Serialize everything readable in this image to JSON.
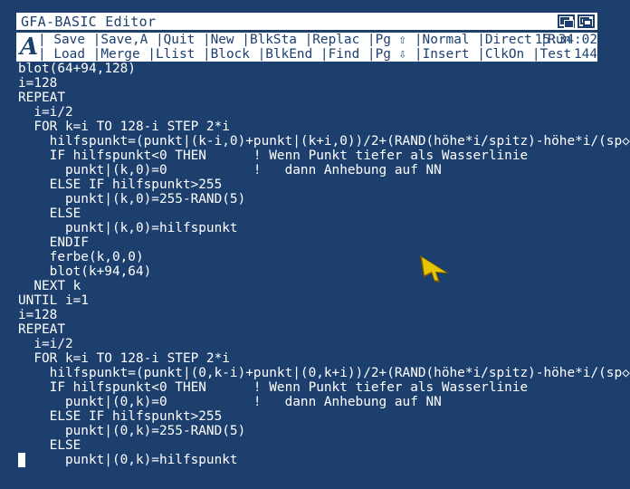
{
  "window": {
    "title": "GFA-BASIC Editor"
  },
  "icons": {
    "depth_back": "window-depth-back-icon",
    "depth_front": "window-depth-front-icon",
    "logo": "gfa-logo-icon",
    "pointer": "mouse-pointer-icon"
  },
  "colors": {
    "background": "#1c3f6e",
    "bar": "#ffffff",
    "text": "#ffffff",
    "pointer_fill": "#e8c400",
    "pointer_outline": "#7a5a00"
  },
  "menu": {
    "logo_text": "A",
    "row1": [
      "Save",
      "Save,A",
      "Quit",
      "New",
      "BlkSta",
      "Replac",
      "Pg ⇧",
      "Normal",
      "Direct",
      "Run"
    ],
    "row2": [
      "Load",
      "Merge",
      "Llist",
      "Block",
      "BlkEnd",
      "Find",
      "Pg ⇩",
      "Insert",
      "ClkOn",
      "Test"
    ],
    "clock": "15:34:02",
    "free": "144"
  },
  "code_lines": [
    "blot(64+94,128)",
    "i=128",
    "REPEAT",
    "  i=i/2",
    "  FOR k=i TO 128-i STEP 2*i",
    "    hilfspunkt=(punkt|(k-i,0)+punkt|(k+i,0))/2+(RAND(höhe*i/spitz)-höhe*i/(sp◇",
    "    IF hilfspunkt<0 THEN      ! Wenn Punkt tiefer als Wasserlinie",
    "      punkt|(k,0)=0           !   dann Anhebung auf NN",
    "    ELSE IF hilfspunkt>255",
    "      punkt|(k,0)=255-RAND(5)",
    "    ELSE",
    "      punkt|(k,0)=hilfspunkt",
    "    ENDIF",
    "    ferbe(k,0,0)",
    "    blot(k+94,64)",
    "  NEXT k",
    "UNTIL i=1",
    "i=128",
    "REPEAT",
    "  i=i/2",
    "  FOR k=i TO 128-i STEP 2*i",
    "    hilfspunkt=(punkt|(0,k-i)+punkt|(0,k+i))/2+(RAND(höhe*i/spitz)-höhe*i/(sp◇",
    "    IF hilfspunkt<0 THEN      ! Wenn Punkt tiefer als Wasserlinie",
    "      punkt|(0,k)=0           !   dann Anhebung auf NN",
    "    ELSE IF hilfspunkt>255",
    "      punkt|(0,k)=255-RAND(5)",
    "    ELSE",
    "      punkt|(0,k)=hilfspunkt"
  ]
}
